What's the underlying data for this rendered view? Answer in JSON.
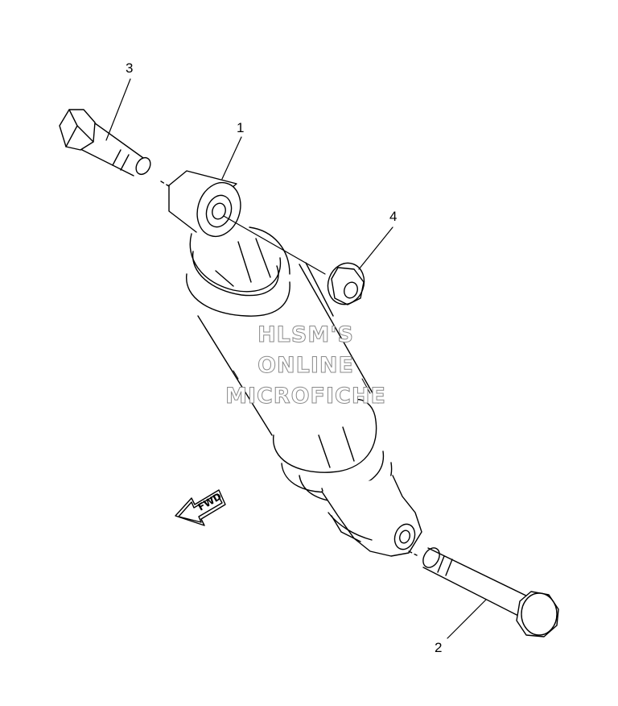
{
  "callouts": {
    "part1": "1",
    "part2": "2",
    "part3": "3",
    "part4": "4"
  },
  "fwd_label": "FWD",
  "watermark": {
    "line1": "HLSM'S",
    "line2": "ONLINE",
    "line3": "MICROFICHE"
  },
  "colors": {
    "ink": "#000000",
    "watermark_outline": "#8a8a8a"
  }
}
